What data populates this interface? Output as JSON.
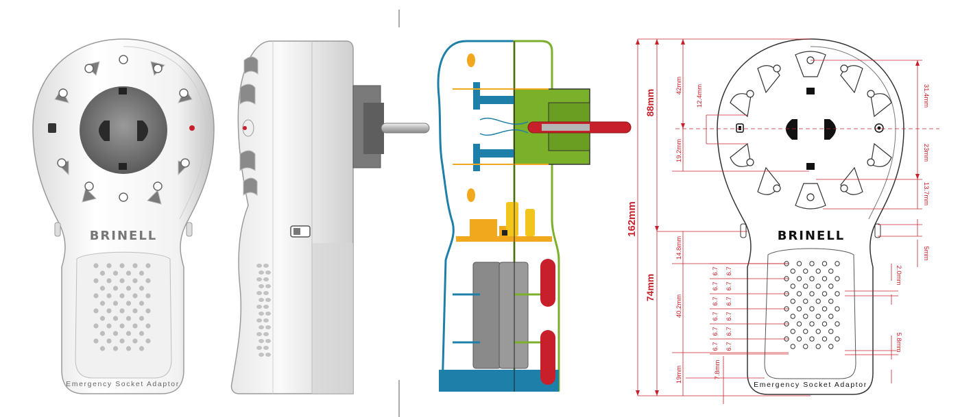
{
  "brand": "BRINELL",
  "caption": "Emergency Socket Adaptor",
  "dimensions": {
    "overall": "162mm",
    "head": "88mm",
    "body": "74mm",
    "top_head": "42mm",
    "indicator_offset": "12.4mm",
    "lower_head": "19.2mm",
    "right_top": "31.4mm",
    "right_mid": "23mm",
    "right_low": "13.7mm",
    "side_gap": "5mm",
    "neck": "14.8mm",
    "grid_height": "40.2mm",
    "bottom": "19mm",
    "foot": "7.8mm",
    "row_pitch": [
      "6.7",
      "6.7",
      "6.7",
      "6.7",
      "6.7",
      "6.7"
    ],
    "hole": "2.0mm",
    "grip_edge": "5.8mm"
  },
  "colors": {
    "dimension": "#c8202a",
    "housing": "#1e7fa8",
    "plug_green": "#7bb02a",
    "component_orange": "#f2a81d",
    "battery_gray": "#8a8a8a",
    "led_red": "#c8202a"
  }
}
